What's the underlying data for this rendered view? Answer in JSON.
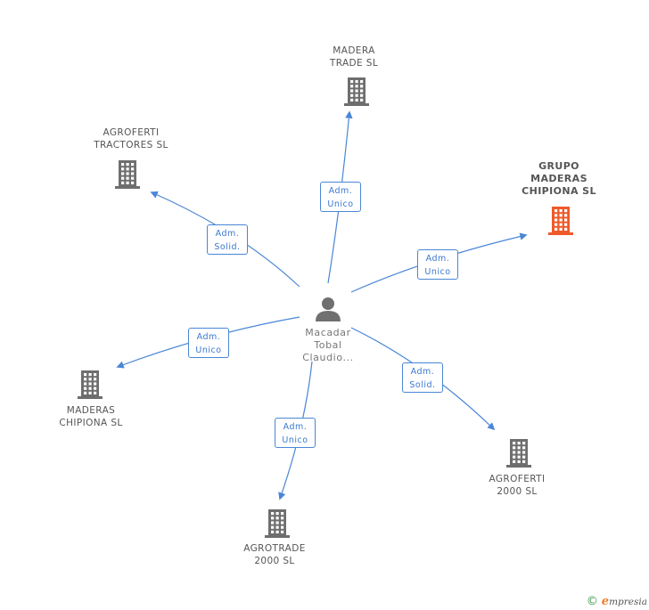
{
  "center": {
    "name": "Macadar\nTobal\nClaudio..."
  },
  "nodes": [
    {
      "id": "madera-trade",
      "label": "MADERA\nTRADE SL",
      "color": "#6e6e6e",
      "highlight": false
    },
    {
      "id": "agroferti-tractores",
      "label": "AGROFERTI\nTRACTORES SL",
      "color": "#6e6e6e",
      "highlight": false
    },
    {
      "id": "grupo-maderas-chipiona",
      "label": "GRUPO\nMADERAS\nCHIPIONA SL",
      "color": "#ef5a2a",
      "highlight": true
    },
    {
      "id": "maderas-chipiona",
      "label": "MADERAS\nCHIPIONA SL",
      "color": "#6e6e6e",
      "highlight": false
    },
    {
      "id": "agroferti-2000",
      "label": "AGROFERTI\n2000 SL",
      "color": "#6e6e6e",
      "highlight": false
    },
    {
      "id": "agrotrade-2000",
      "label": "AGROTRADE\n2000 SL",
      "color": "#6e6e6e",
      "highlight": false
    }
  ],
  "edges": [
    {
      "to": "madera-trade",
      "label": "Adm.\nUnico"
    },
    {
      "to": "agroferti-tractores",
      "label": "Adm.\nSolid."
    },
    {
      "to": "grupo-maderas-chipiona",
      "label": "Adm.\nUnico"
    },
    {
      "to": "maderas-chipiona",
      "label": "Adm.\nUnico"
    },
    {
      "to": "agroferti-2000",
      "label": "Adm.\nSolid."
    },
    {
      "to": "agrotrade-2000",
      "label": "Adm.\nUnico"
    }
  ],
  "footer": {
    "copyright": "©",
    "brand_e": "e",
    "brand_rest": "mpresia"
  },
  "colors": {
    "edge": "#4a86d6",
    "node": "#6e6e6e",
    "highlight": "#ef5a2a",
    "person": "#707070"
  }
}
